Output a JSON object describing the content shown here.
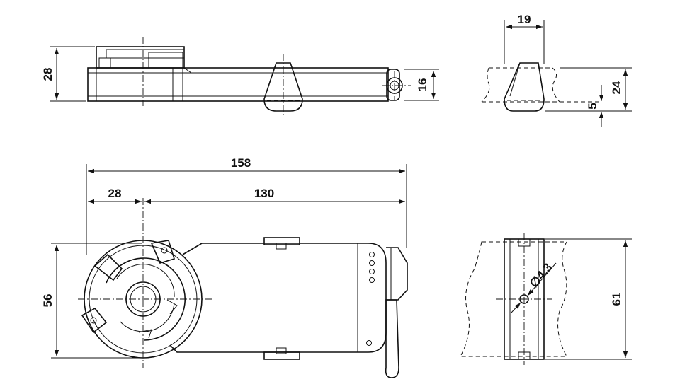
{
  "dimensions": {
    "side_height": "28",
    "side_axle": "16",
    "overall_length": "158",
    "offset": "28",
    "body_length": "130",
    "front_height": "56",
    "clip_width": "19",
    "clip_height": "24",
    "clip_offset": "5",
    "mount_height": "61",
    "hole_diameter": "∅4.3"
  }
}
